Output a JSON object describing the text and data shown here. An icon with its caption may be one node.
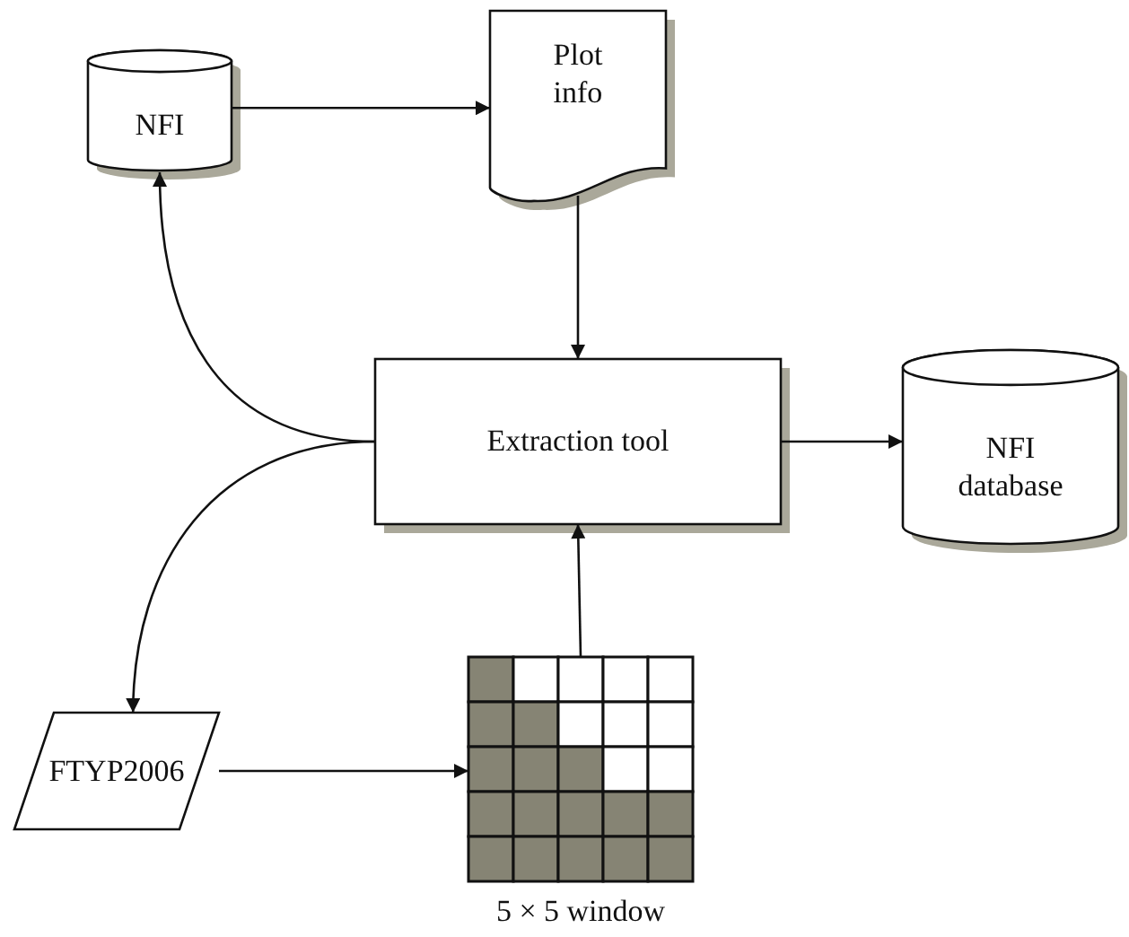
{
  "diagram": {
    "nodes": [
      {
        "text": [
          "NFI"
        ]
      },
      {
        "text": [
          "Plot info"
        ]
      },
      {
        "text": [
          "Extraction tool"
        ]
      },
      {
        "text": [
          "NFI database"
        ]
      },
      {
        "text": [
          "FTYP2006"
        ]
      },
      {
        "text": [],
        "shape": "grid",
        "beside": [
          "5 × 5 window"
        ]
      }
    ],
    "edges": [
      {
        "from": 0,
        "to": 1,
        "arrow": "to"
      },
      {
        "from": 1,
        "to": 2,
        "arrow": "to"
      },
      {
        "from": 2,
        "to": 0,
        "arrow": "to"
      },
      {
        "from": 2,
        "to": 3,
        "arrow": "to"
      },
      {
        "from": 2,
        "to": 4,
        "arrow": "to"
      },
      {
        "from": 4,
        "to": 5,
        "arrow": "to"
      },
      {
        "from": 5,
        "to": 2,
        "arrow": "to"
      }
    ]
  }
}
